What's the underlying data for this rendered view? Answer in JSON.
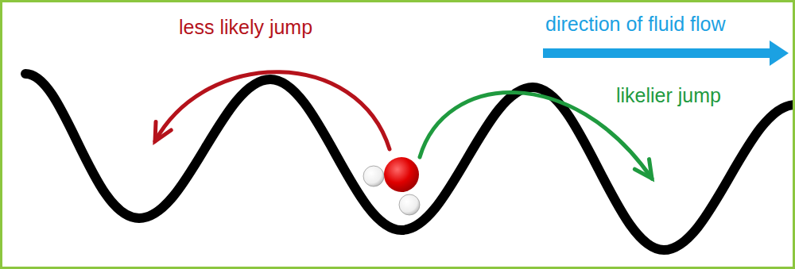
{
  "diagram": {
    "labels": [
      "less likely jump",
      "direction of fluid flow",
      "likelier jump"
    ]
  }
}
